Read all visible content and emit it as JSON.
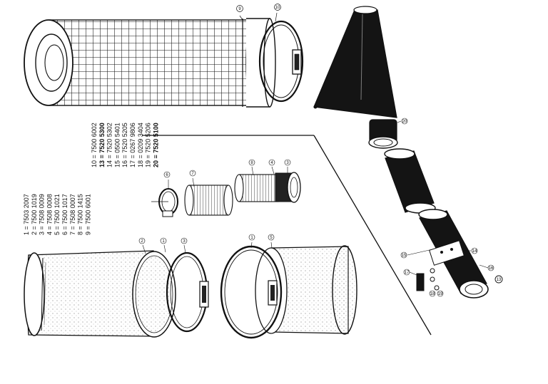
{
  "parts_list": {
    "col1": [
      {
        "text": "1 = 7503 2007",
        "bold": false
      },
      {
        "text": "2 = 7500 1019",
        "bold": false
      },
      {
        "text": "3 = 7508 0009",
        "bold": false
      },
      {
        "text": "4 = 7508 0008",
        "bold": false
      },
      {
        "text": "5 = 7500 1021",
        "bold": false
      },
      {
        "text": "6 = 7500 1017",
        "bold": false
      },
      {
        "text": "7 = 7508 0007",
        "bold": false
      },
      {
        "text": "8 = 7500 1415",
        "bold": false
      },
      {
        "text": "9 = 7500 6001",
        "bold": false
      }
    ],
    "col2": [
      {
        "text": "10 = 7500 6002",
        "bold": false
      },
      {
        "text": "13 = 7520 5300",
        "bold": true
      },
      {
        "text": "14 = 7520 5302",
        "bold": false
      },
      {
        "text": "15 = 0500 5401",
        "bold": false
      },
      {
        "text": "16 = 7520 5205",
        "bold": false
      },
      {
        "text": "17 = 0267 9806",
        "bold": false
      },
      {
        "text": "18 = 0209 3404",
        "bold": false
      },
      {
        "text": "19 = 7520 5206",
        "bold": false
      },
      {
        "text": "20 = 7520 5100",
        "bold": true
      }
    ]
  },
  "callouts": {
    "c9": "9",
    "c10": "10",
    "c6": "6",
    "c7": "7",
    "c8": "8",
    "c4": "4",
    "c3": "3",
    "c2a": "2",
    "c1a": "1",
    "c3b": "3",
    "c1b": "1",
    "c5": "5",
    "c20": "20",
    "c15": "15",
    "c14": "14",
    "c16": "16",
    "c17": "17",
    "c18": "18",
    "c19": "19",
    "c13": "13"
  },
  "colors": {
    "line": "#111111",
    "fill_dark": "#141414",
    "paper": "#ffffff"
  }
}
